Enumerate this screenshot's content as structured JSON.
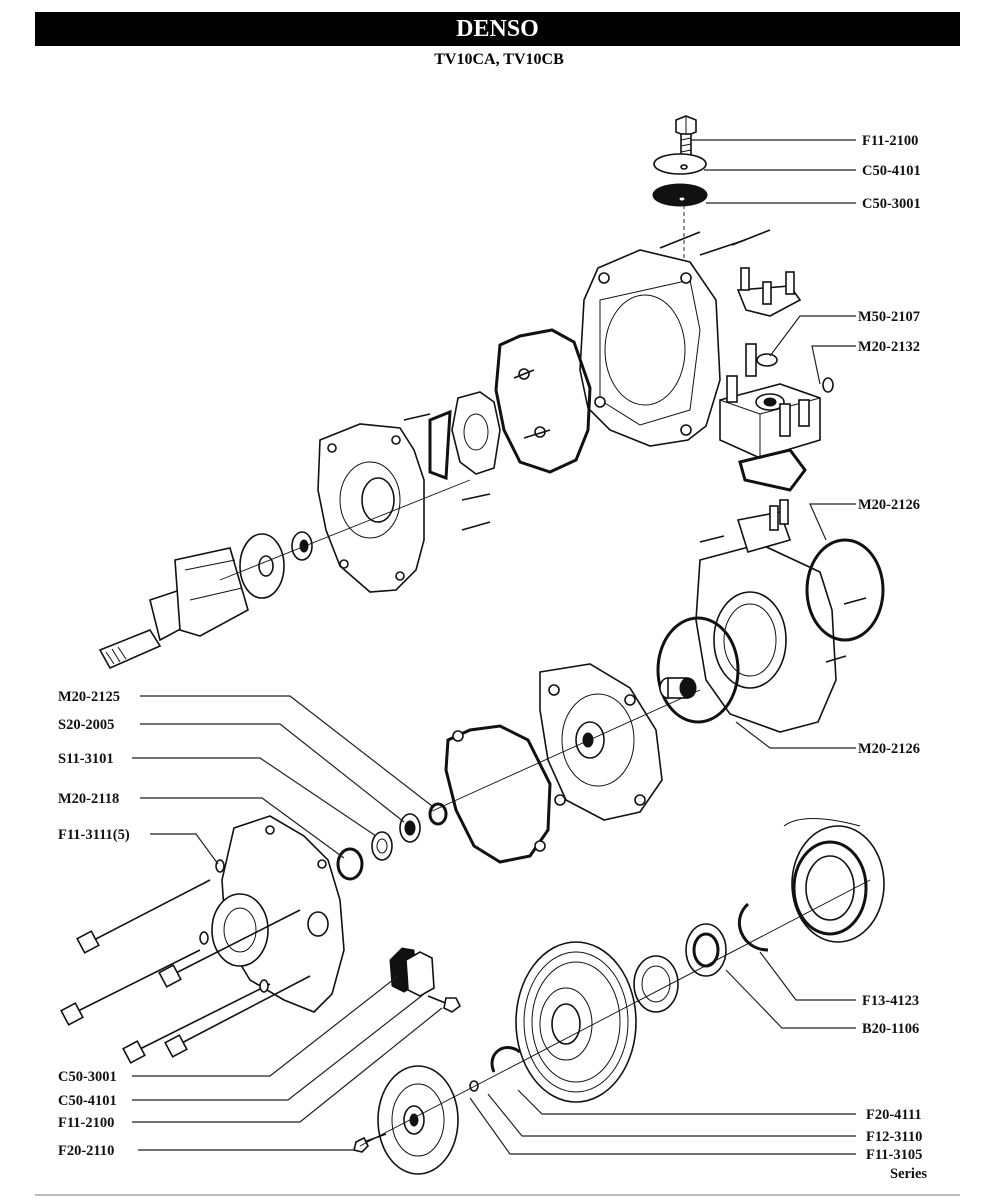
{
  "header": {
    "brand": "DENSO",
    "models": "TV10CA, TV10CB"
  },
  "callouts": {
    "right": [
      {
        "id": "r1",
        "text": "F11-2100"
      },
      {
        "id": "r2",
        "text": "C50-4101"
      },
      {
        "id": "r3",
        "text": "C50-3001"
      },
      {
        "id": "r4",
        "text": "M50-2107"
      },
      {
        "id": "r5",
        "text": "M20-2132"
      },
      {
        "id": "r6",
        "text": "M20-2126"
      },
      {
        "id": "r7",
        "text": "M20-2126"
      },
      {
        "id": "r8",
        "text": "F13-4123"
      },
      {
        "id": "r9",
        "text": "B20-1106"
      },
      {
        "id": "r10",
        "text": "F20-4111"
      },
      {
        "id": "r11",
        "text": "F12-3110"
      },
      {
        "id": "r12",
        "text": "F11-3105"
      },
      {
        "id": "r13",
        "text": "Series"
      }
    ],
    "left": [
      {
        "id": "l1",
        "text": "M20-2125"
      },
      {
        "id": "l2",
        "text": "S20-2005"
      },
      {
        "id": "l3",
        "text": "S11-3101"
      },
      {
        "id": "l4",
        "text": "M20-2118"
      },
      {
        "id": "l5",
        "text": "F11-3111(5)"
      },
      {
        "id": "l6",
        "text": "C50-3001"
      },
      {
        "id": "l7",
        "text": "C50-4101"
      },
      {
        "id": "l8",
        "text": "F11-2100"
      },
      {
        "id": "l9",
        "text": "F20-2110"
      }
    ]
  }
}
